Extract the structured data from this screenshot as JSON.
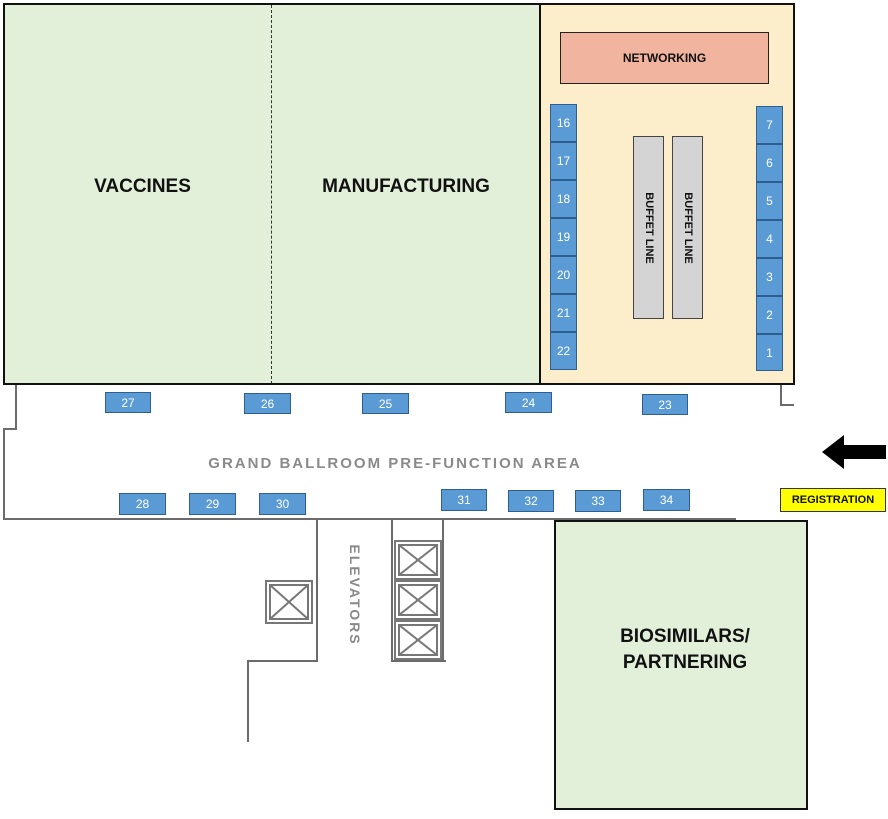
{
  "rooms": {
    "vaccines": "VACCINES",
    "manufacturing": "MANUFACTURING",
    "networking": "NETWORKING",
    "biosimilars_line1": "BIOSIMILARS/",
    "biosimilars_line2": "PARTNERING"
  },
  "buffet_lines": [
    "BUFFET LINE",
    "BUFFET LINE"
  ],
  "prefunction_label": "GRAND BALLROOM PRE-FUNCTION AREA",
  "elevators_label": "ELEVATORS",
  "registration_label": "REGISTRATION",
  "booths": {
    "right_column": [
      "7",
      "6",
      "5",
      "4",
      "3",
      "2",
      "1"
    ],
    "left_column": [
      "16",
      "17",
      "18",
      "19",
      "20",
      "21",
      "22"
    ],
    "corridor_top": [
      "27",
      "26",
      "25",
      "24",
      "23"
    ],
    "corridor_bottom": [
      "28",
      "29",
      "30",
      "31",
      "32",
      "33",
      "34"
    ]
  },
  "colors": {
    "room_green": "#e2efd9",
    "room_tan": "#fdeecb",
    "networking": "#f1b49f",
    "booth_blue": "#5b9bd5",
    "registration_yellow": "#ffff00"
  },
  "icons": {
    "entrance_arrow": "arrow-left-icon",
    "elevator_car": "elevator-cross-icon"
  }
}
